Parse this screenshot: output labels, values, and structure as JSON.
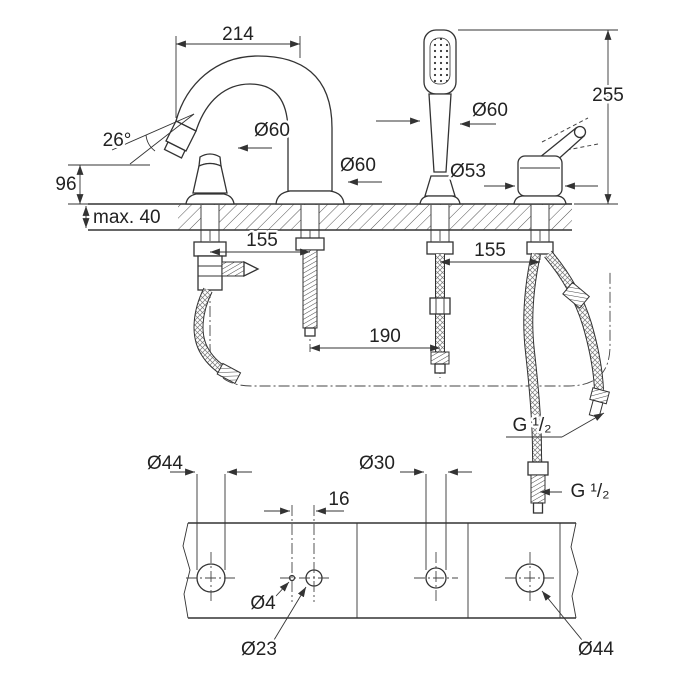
{
  "drawing": {
    "kind": "faucet-technical-dimension-drawing",
    "views": [
      "elevation-with-hoses",
      "deck-hole-plan"
    ]
  },
  "labels": {
    "spout_reach": "214",
    "handshower_height": "255",
    "spout_angle": "26°",
    "spout_outlet_height": "96",
    "deck_thickness": "max. 40",
    "dia_handle_escutcheon": "Ø60",
    "dia_spout_escutcheon": "Ø60",
    "dia_shower_escutcheon": "Ø60",
    "dia_mixer_body": "Ø53",
    "spacing_handle_spout": "155",
    "spacing_shower_mixer": "155",
    "spacing_spout_shower": "190",
    "thread_hose_upper": "G ¹/₂",
    "thread_hose_lower": "G ¹/₂",
    "hole_left_dia": "Ø44",
    "hole_shower_dia": "Ø30",
    "pilot_offset": "16",
    "pilot_hole_dia": "Ø4",
    "hole_spout_dia": "Ø23",
    "hole_right_dia": "Ø44"
  },
  "colors": {
    "line": "#333333",
    "background": "#ffffff"
  }
}
